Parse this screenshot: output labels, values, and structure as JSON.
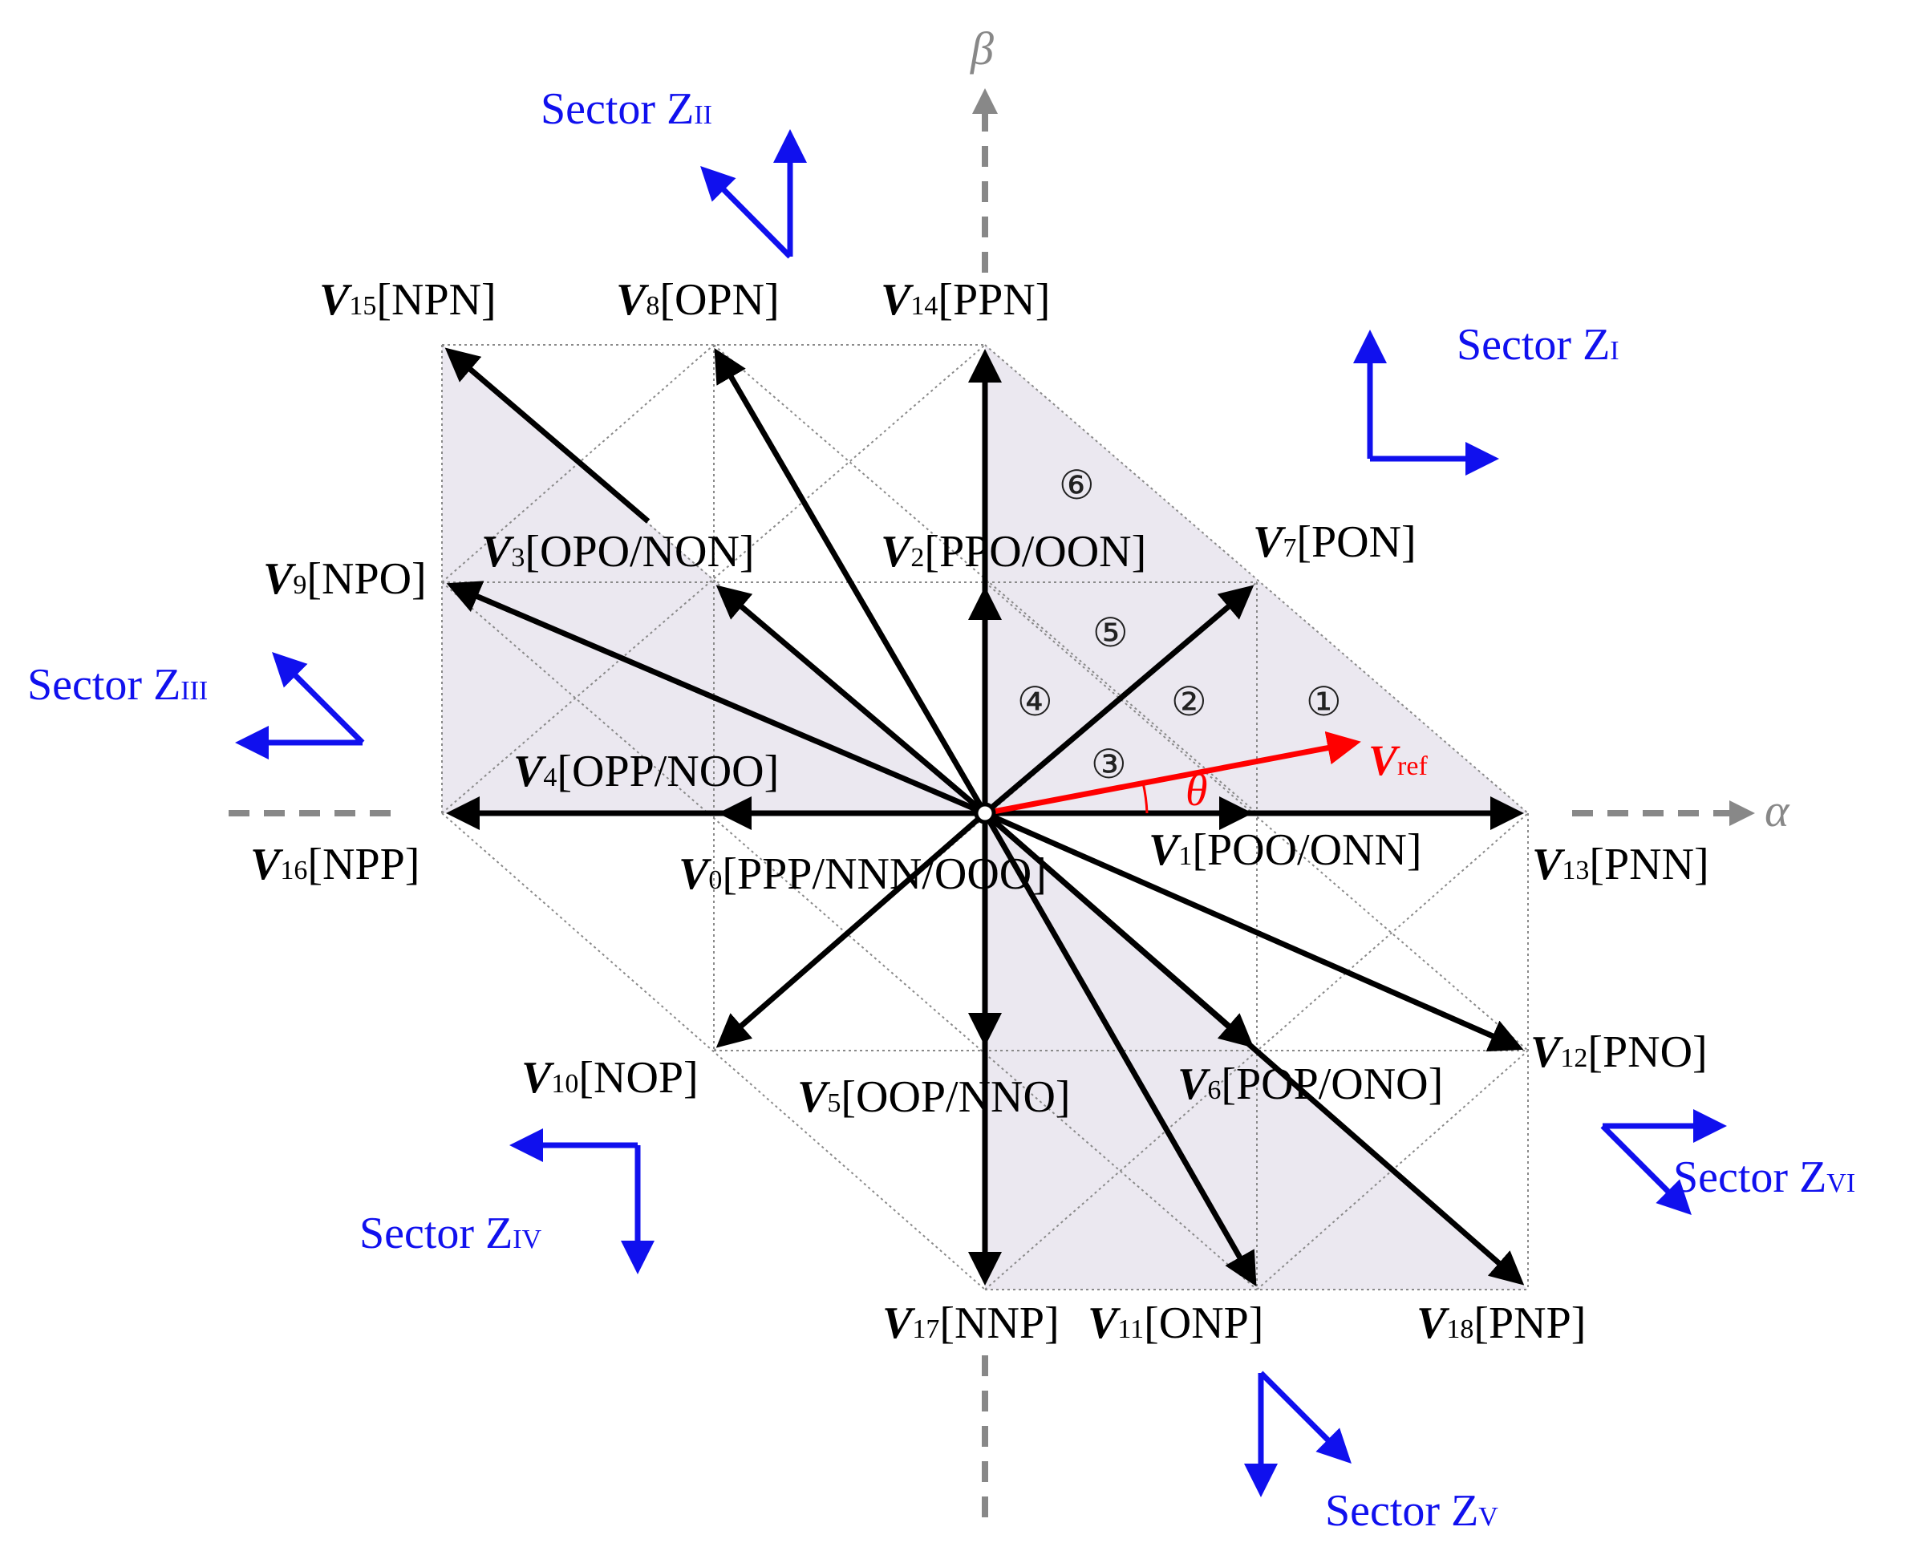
{
  "axes": {
    "alpha": "α",
    "beta": "β"
  },
  "vectors": {
    "v0": {
      "sym": "V",
      "sub": "0",
      "code": "[PPP/NNN/OOO]"
    },
    "v1": {
      "sym": "V",
      "sub": "1",
      "code": "[POO/ONN]"
    },
    "v2": {
      "sym": "V",
      "sub": "2",
      "code": "[PPO/OON]"
    },
    "v3": {
      "sym": "V",
      "sub": "3",
      "code": "[OPO/NON]"
    },
    "v4": {
      "sym": "V",
      "sub": "4",
      "code": "[OPP/NOO]"
    },
    "v5": {
      "sym": "V",
      "sub": "5",
      "code": "[OOP/NNO]"
    },
    "v6": {
      "sym": "V",
      "sub": "6",
      "code": "[POP/ONO]"
    },
    "v7": {
      "sym": "V",
      "sub": "7",
      "code": "[PON]"
    },
    "v8": {
      "sym": "V",
      "sub": "8",
      "code": "[OPN]"
    },
    "v9": {
      "sym": "V",
      "sub": "9",
      "code": "[NPO]"
    },
    "v10": {
      "sym": "V",
      "sub": "10",
      "code": "[NOP]"
    },
    "v11": {
      "sym": "V",
      "sub": "11",
      "code": "[ONP]"
    },
    "v12": {
      "sym": "V",
      "sub": "12",
      "code": "[PNO]"
    },
    "v13": {
      "sym": "V",
      "sub": "13",
      "code": "[PNN]"
    },
    "v14": {
      "sym": "V",
      "sub": "14",
      "code": "[PPN]"
    },
    "v15": {
      "sym": "V",
      "sub": "15",
      "code": "[NPN]"
    },
    "v16": {
      "sym": "V",
      "sub": "16",
      "code": "[NPP]"
    },
    "v17": {
      "sym": "V",
      "sub": "17",
      "code": "[NNP]"
    },
    "v18": {
      "sym": "V",
      "sub": "18",
      "code": "[PNP]"
    }
  },
  "vref": {
    "sym": "V",
    "sub": "ref",
    "angle": "θ"
  },
  "regions": [
    "①",
    "②",
    "③",
    "④",
    "⑤",
    "⑥"
  ],
  "sectors": {
    "z1": {
      "prefix": "Sector Z",
      "sub": "I"
    },
    "z2": {
      "prefix": "Sector Z",
      "sub": "II"
    },
    "z3": {
      "prefix": "Sector Z",
      "sub": "III"
    },
    "z4": {
      "prefix": "Sector Z",
      "sub": "IV"
    },
    "z5": {
      "prefix": "Sector Z",
      "sub": "V"
    },
    "z6": {
      "prefix": "Sector Z",
      "sub": "VI"
    }
  },
  "colors": {
    "vector": "#000000",
    "vref": "#ff0000",
    "sector": "#1010ee",
    "axis": "#888888",
    "shade": "#ebe8f0",
    "grid": "#8a8a8a"
  }
}
